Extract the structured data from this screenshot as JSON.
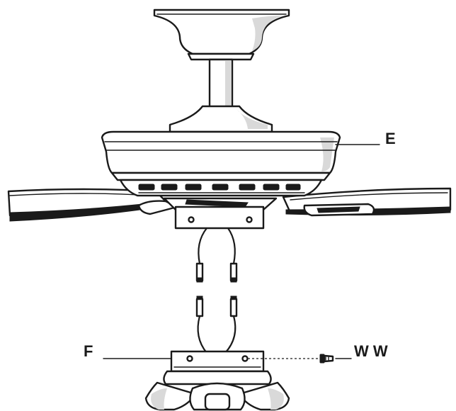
{
  "labels": {
    "fan_motor_housing": "E",
    "light_kit_adapter": "F",
    "screws": "W W"
  },
  "colors": {
    "line": "#1a1a1a",
    "shade": "#d9d9d9",
    "background": "#ffffff"
  }
}
